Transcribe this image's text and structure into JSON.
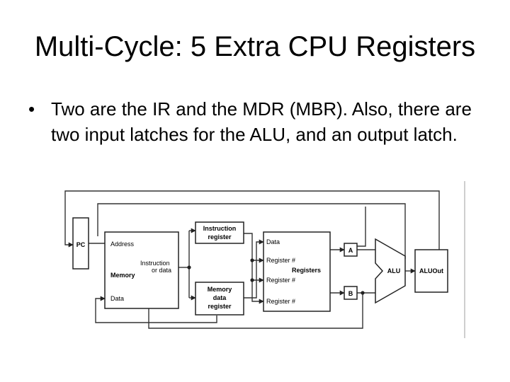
{
  "slide": {
    "title": "Multi-Cycle: 5 Extra CPU Registers",
    "bullet_symbol": "•",
    "bullet_text": "Two are the IR and the MDR (MBR).  Also, there are two input latches for the ALU, and an output  latch."
  },
  "diagram": {
    "pc": "PC",
    "memory": {
      "address": "Address",
      "instruction_or_data_line1": "Instruction",
      "instruction_or_data_line2": "or data",
      "title": "Memory",
      "data": "Data"
    },
    "instruction_register": {
      "line1": "Instruction",
      "line2": "register"
    },
    "memory_data_register": {
      "line1": "Memory",
      "line2": "data",
      "line3": "register"
    },
    "registers": {
      "data": "Data",
      "register_num_1": "Register #",
      "title": "Registers",
      "register_num_2": "Register #",
      "register_num_3": "Register #"
    },
    "latch_a": "A",
    "latch_b": "B",
    "alu": "ALU",
    "aluout": "ALUOut"
  }
}
